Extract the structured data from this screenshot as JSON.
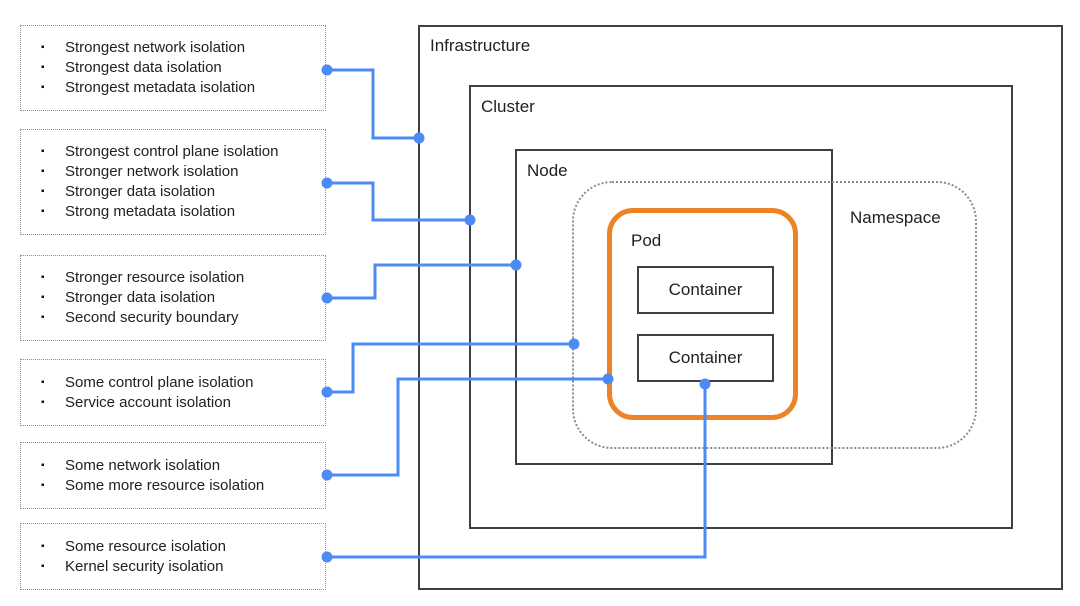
{
  "diagram": {
    "infrastructure_label": "Infrastructure",
    "cluster_label": "Cluster",
    "node_label": "Node",
    "namespace_label": "Namespace",
    "pod_label": "Pod",
    "container_1_label": "Container",
    "container_2_label": "Container"
  },
  "callouts": [
    {
      "target": "infrastructure",
      "items": [
        "Strongest network isolation",
        "Strongest data isolation",
        "Strongest metadata isolation"
      ]
    },
    {
      "target": "cluster",
      "items": [
        "Strongest control plane isolation",
        "Stronger network isolation",
        "Stronger data isolation",
        "Strong metadata isolation"
      ]
    },
    {
      "target": "node",
      "items": [
        "Stronger resource isolation",
        "Stronger data isolation",
        "Second security boundary"
      ]
    },
    {
      "target": "namespace",
      "items": [
        "Some control plane isolation",
        "Service account isolation"
      ]
    },
    {
      "target": "pod",
      "items": [
        "Some network isolation",
        "Some more resource isolation"
      ]
    },
    {
      "target": "container",
      "items": [
        "Some resource isolation",
        "Kernel security isolation"
      ]
    }
  ],
  "colors": {
    "connector_blue": "#4c8bf4",
    "pod_orange": "#ee8227",
    "box_border": "#3c4043",
    "text": "#202124"
  },
  "bullet_glyph": "▪"
}
